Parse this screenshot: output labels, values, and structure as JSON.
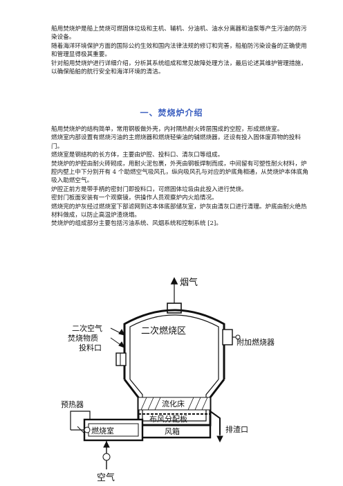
{
  "intro": [
    "船用焚烧炉是船上焚烧可燃固体垃圾和主机、辅机、分油机、油水分离器和油泵等产生污油的防污染设备。",
    "随着海洋环境保护方面的国际公约生效和国内法律法规的修订和完善，船舶防污染设备的正确使用和管理显得极其重要。",
    "针对船用焚烧炉进行详细介绍，分析其系统组成和常见故障处理方法，最后论述其维护管理措施，以确保船舶的航行安全和海洋环境的清洁。"
  ],
  "section_title": "一、焚烧炉介绍",
  "body": [
    "船用焚烧炉的结构简单，常用钢板做外壳，内衬隔热耐火砖层围成的空腔，形成燃烧室。",
    "燃烧室内部设置有燃烧污油的主燃烧器和燃烧轻柴油的辅燃烧器，还设有投入固体废弃物的投料门。",
    "燃烧室是钢结构的长方体，主要由炉腔、投料口、清灰口等组成。",
    "焚烧炉的炉腔由耐火砖砌成，用耐火泥包裹，外壳由钢板焊制而成，中间留有可塑性耐火材料，炉腔内壁上中下分别开有 4 个助燃空气吸风孔，纵向吸风孔与对应的炉底角相通，从焚烧炉本体底角吸入助燃空气。",
    "炉腔正前方是带手柄的密封门即投料口，可燃固体垃圾由此投入进行焚烧。",
    "密封门板面安装有一个观察镜，供操作人员观察炉内火焰情况。",
    "燃烧完的炉灰经过燃烧室下部滤网到达本体底部储灰室，炉灰由清灰口进行清理。炉底由耐火绝热材料做成，以防止高温炉渣烧塌。",
    "焚烧炉的组成部分主要包括污油系统、风烟系统和控制系统 [2]。"
  ],
  "figure": {
    "labels": {
      "flue_gas": "烟气",
      "secondary_zone": "二次燃烧区",
      "secondary_air": "二次空气",
      "waste": "焚烧物质",
      "feed_port": "投料口",
      "aux_burner": "附加燃烧器",
      "fluidized_bed": "流化床",
      "air_plate": "布风分配板",
      "preheater": "预热器",
      "combustion_chamber": "燃烧室",
      "wind_box": "风箱",
      "slag_outlet": "排渣口",
      "air": "空气"
    }
  }
}
